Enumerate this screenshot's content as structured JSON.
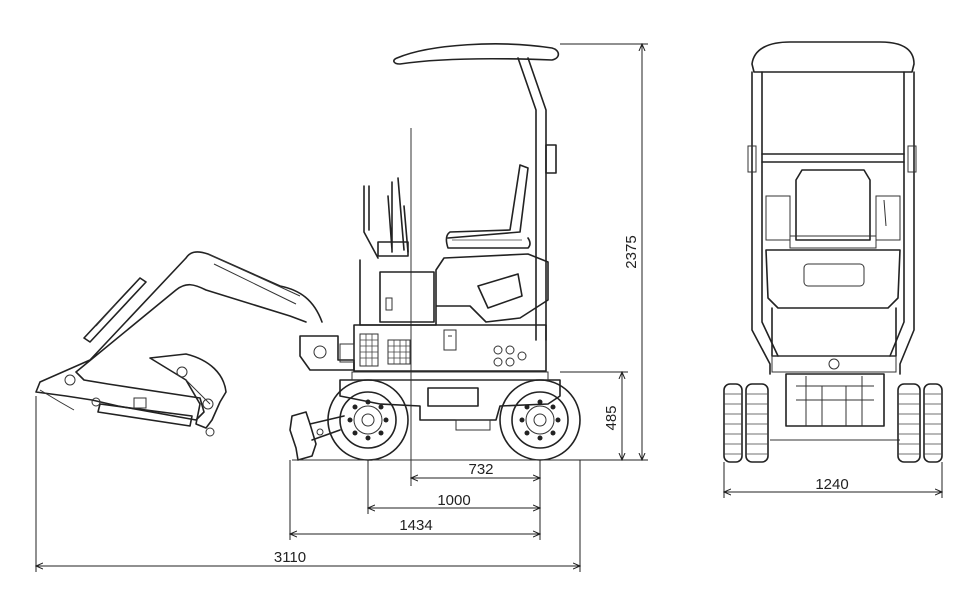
{
  "dimensions": {
    "total_length": "3110",
    "blade_to_rear_wheel": "1434",
    "wheelbase_span": "1000",
    "center_to_rear_wheel": "732",
    "overall_height": "2375",
    "ground_clearance_height": "485",
    "overall_width": "1240"
  },
  "colors": {
    "line": "#222222",
    "background": "#ffffff"
  }
}
